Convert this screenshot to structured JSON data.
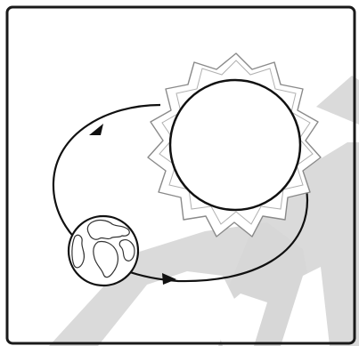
{
  "diagram": {
    "kind": "earth-orbit-around-sun",
    "elements": [
      "sun-icon",
      "earth-icon",
      "orbit-path",
      "direction-arrow",
      "direction-arrow"
    ]
  },
  "colors": {
    "frame": "#1a1a1a",
    "line": "#111111",
    "sun_rays": "#8a8a8a",
    "watermark": "#d6d6d6",
    "background": "#ffffff"
  }
}
